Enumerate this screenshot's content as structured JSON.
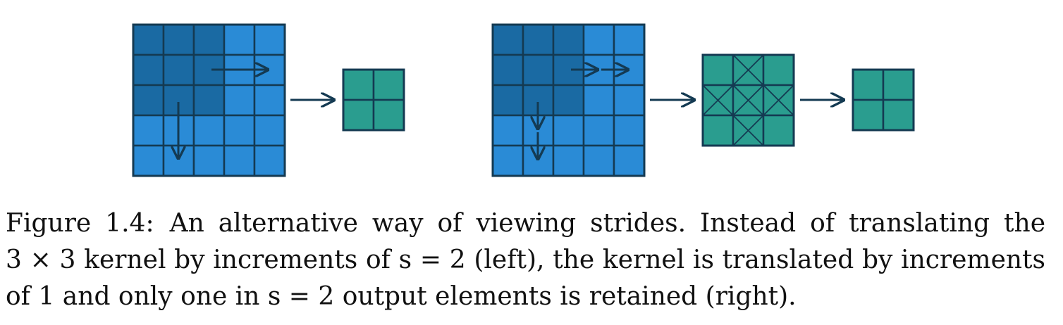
{
  "colors": {
    "input_light": "#2a8bd6",
    "input_dark": "#1a6aa3",
    "output": "#2a9d8f",
    "stroke": "#143a52"
  },
  "caption": {
    "label": "Figure 1.4:",
    "line1_text": "An alternative way of viewing strides.  Instead of translating the",
    "line2_text": "3 × 3 kernel by increments of s = 2 (left), the kernel is translated by increments",
    "line3_text": "of 1 and only one in s = 2 output elements is retained (right)."
  }
}
